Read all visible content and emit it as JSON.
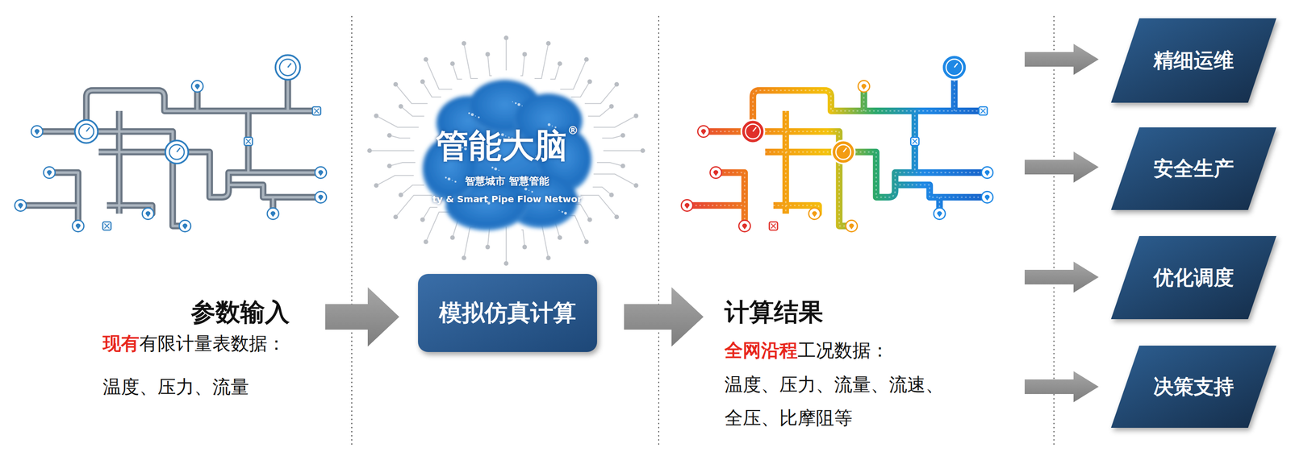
{
  "diagram": {
    "nodes": [
      {
        "text": [
          "管能大脑",
          "®",
          "智慧城市 智慧管能",
          "ty & Smart Pipe Flow Networ"
        ]
      },
      {
        "text": [
          "模拟仿真计算"
        ]
      },
      {
        "text": [
          "精细运维"
        ]
      },
      {
        "text": [
          "安全生产"
        ]
      },
      {
        "text": [
          "优化调度"
        ]
      },
      {
        "text": [
          "决策支持"
        ]
      }
    ],
    "labels": [
      "参数输入",
      "现有",
      "有限计量表数据：",
      "温度、压力、流量",
      "计算结果",
      "全网沿程",
      "工况数据：",
      "温度、压力、流量、流速、",
      "全压、比摩阻等"
    ]
  }
}
